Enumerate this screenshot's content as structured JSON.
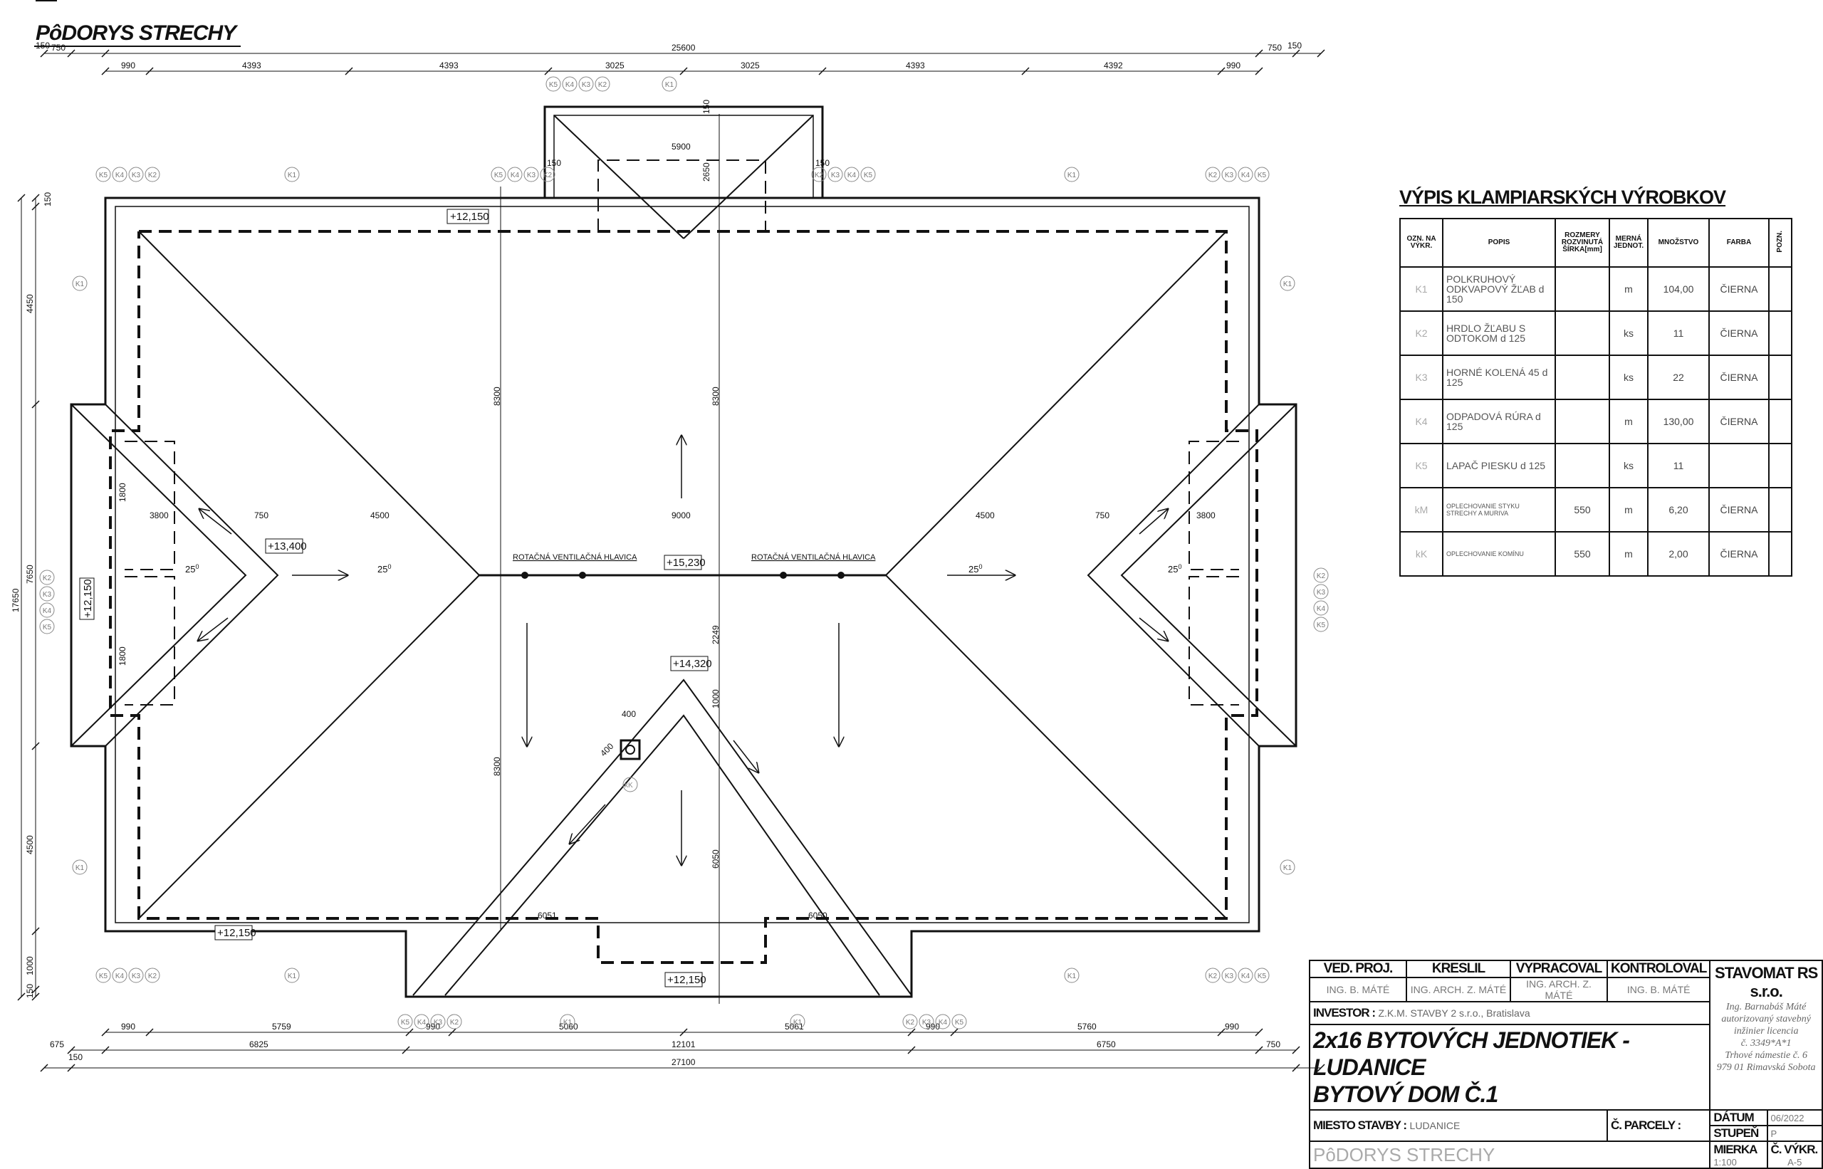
{
  "sheet_title": "PôDORYS STRECHY",
  "dimensions": {
    "top_total": "25600",
    "top_edge_left_a": "150",
    "top_edge_left_b": "750",
    "top_edge_right_a": "750",
    "top_edge_right_b": "150",
    "top_segments": [
      "990",
      "4393",
      "4393",
      "3025",
      "3025",
      "4393",
      "4392",
      "990"
    ],
    "bottom_segments": [
      "990",
      "5759",
      "990",
      "5060",
      "5061",
      "990",
      "5760",
      "990"
    ],
    "bottom_row2": [
      "675",
      "6825",
      "12101",
      "6750",
      "750"
    ],
    "bottom_total": "27100",
    "bottom_edge": "150",
    "left_vertical": [
      "150",
      "4450",
      "7650",
      "4500",
      "1000",
      "150"
    ],
    "left_total": "17650",
    "dormer_width": "5900",
    "dormer_depth": "2650",
    "dormer_edge_left": "150",
    "dormer_edge_right": "150",
    "dormer_top": "150",
    "ridge_row": [
      "3800",
      "750",
      "4500",
      "9000",
      "4500",
      "750",
      "3800"
    ],
    "valley_heights": [
      "8300",
      "8300",
      "8300"
    ],
    "small_dims": [
      "1800",
      "1800",
      "400",
      "400",
      "1000",
      "2249",
      "6050",
      "6051",
      "6050"
    ]
  },
  "levels": {
    "eave_top": "+12,150",
    "eave_left": "+12,150",
    "eave_bottom_left": "+12,150",
    "eave_bottom": "+12,150",
    "wing_ridge": "+13,400",
    "main_ridge": "+15,230",
    "gable_ridge": "+14,320"
  },
  "annotations": {
    "vent_left": "ROTAČNÁ VENTILAČNÁ HLAVICA",
    "vent_right": "ROTAČNÁ VENTILAČNÁ HLAVICA",
    "slope": "25",
    "slope_unit": "0",
    "chimney_tag": "kK",
    "flashing_tag": "kM"
  },
  "tags": {
    "top_left_group": [
      "K5",
      "K4",
      "K3",
      "K2"
    ],
    "dormer_left_group": [
      "K5",
      "K4",
      "K3",
      "K2"
    ],
    "dormer_right_group": [
      "K2",
      "K3",
      "K4",
      "K5"
    ],
    "top_right_group": [
      "K2",
      "K3",
      "K4",
      "K5"
    ],
    "gutter": "K1"
  },
  "schedule": {
    "title": "VÝPIS KLAMPIARSKÝCH VÝROBKOV",
    "headers": {
      "code": "OZN. NA VÝKR.",
      "desc": "POPIS",
      "dims": "ROZMERY ROZVINUTÁ ŠÍRKA[mm]",
      "unit": "MERNÁ JEDNOT.",
      "qty": "MNOŽSTVO",
      "color": "FARBA",
      "note": "POZN."
    },
    "rows": [
      {
        "code": "K1",
        "desc": "POLKRUHOVÝ ODKVAPOVÝ ŽĽAB d 150",
        "dims": "",
        "unit": "m",
        "qty": "104,00",
        "color": "ČIERNA"
      },
      {
        "code": "K2",
        "desc": "HRDLO ŽĽABU S ODTOKOM d 125",
        "dims": "",
        "unit": "ks",
        "qty": "11",
        "color": "ČIERNA"
      },
      {
        "code": "K3",
        "desc": "HORNÉ KOLENÁ 45 d 125",
        "dims": "",
        "unit": "ks",
        "qty": "22",
        "color": "ČIERNA"
      },
      {
        "code": "K4",
        "desc": "ODPADOVÁ RÚRA d 125",
        "dims": "",
        "unit": "m",
        "qty": "130,00",
        "color": "ČIERNA"
      },
      {
        "code": "K5",
        "desc": "LAPAČ PIESKU d 125",
        "dims": "",
        "unit": "ks",
        "qty": "11",
        "color": ""
      },
      {
        "code": "kM",
        "desc": "OPLECHOVANIE STYKU STRECHY A MURIVA",
        "dims": "550",
        "unit": "m",
        "qty": "6,20",
        "color": "ČIERNA"
      },
      {
        "code": "kK",
        "desc": "OPLECHOVANIE KOMÍNU",
        "dims": "550",
        "unit": "m",
        "qty": "2,00",
        "color": "ČIERNA"
      }
    ]
  },
  "titleblock": {
    "ved_proj_label": "VED. PROJ.",
    "kreslil_label": "KRESLIL",
    "vypracoval_label": "VYPRACOVAL",
    "kontroloval_label": "KONTROLOVAL",
    "ved_proj": "ING. B. MÁTÉ",
    "kreslil": "ING. ARCH. Z. MÁTÉ",
    "vypracoval": "ING. ARCH. Z. MÁTÉ",
    "kontroloval": "ING. B. MÁTÉ",
    "investor_label": "INVESTOR :",
    "investor": "Z.K.M. STAVBY 2 s.r.o., Bratislava",
    "project_line1": "2x16 BYTOVÝCH JEDNOTIEK - LUDANICE",
    "project_line2": "BYTOVÝ DOM Č.1",
    "site_label": "MIESTO STAVBY :",
    "site": "LUDANICE",
    "parcel_label": "Č. PARCELY :",
    "parcel": "",
    "sheet_name": "PôDORYS STRECHY",
    "company": "STAVOMAT RS s.r.o.",
    "author_lines": [
      "Ing. Barnabáš Máté",
      "autorizovaný stavebný",
      "inžinier licencia",
      "č. 3349*A*1",
      "Trhové námestie č. 6",
      "979 01 Rimavská Sobota"
    ],
    "date_label": "DÁTUM",
    "date": "06/2022",
    "stage_label": "STUPEŇ",
    "stage": "P",
    "scale_label": "MIERKA",
    "scale": "1:100",
    "drawing_no_label": "Č. VÝKR.",
    "drawing_no": "A-5"
  },
  "colors": {
    "line": "#111111",
    "text_muted": "#777777",
    "tag_gray": "#888888"
  }
}
